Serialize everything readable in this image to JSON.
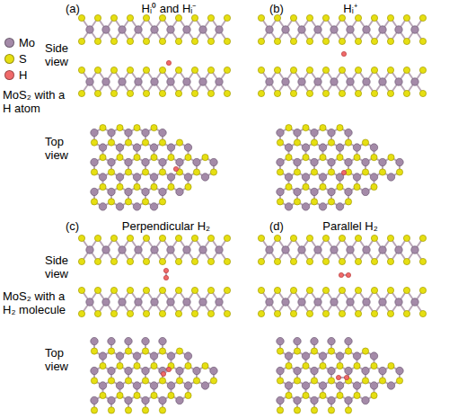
{
  "diagram": {
    "labels": [
      "(a)",
      "Hᵢ⁰ and Hᵢ⁻",
      "(b)",
      "Hᵢ⁺",
      "MoS₂ with a H atom",
      "Side view",
      "Top view",
      "(c)",
      "Perpendicular H₂",
      "(d)",
      "Parallel H₂",
      "MoS₂ with a H₂ molecule",
      "Side view",
      "Top view"
    ],
    "legend": [
      {
        "text": "Mo",
        "color": "#a48aa8"
      },
      {
        "text": "S",
        "color": "#e6df12"
      },
      {
        "text": "H",
        "color": "#f06a6a"
      }
    ]
  }
}
